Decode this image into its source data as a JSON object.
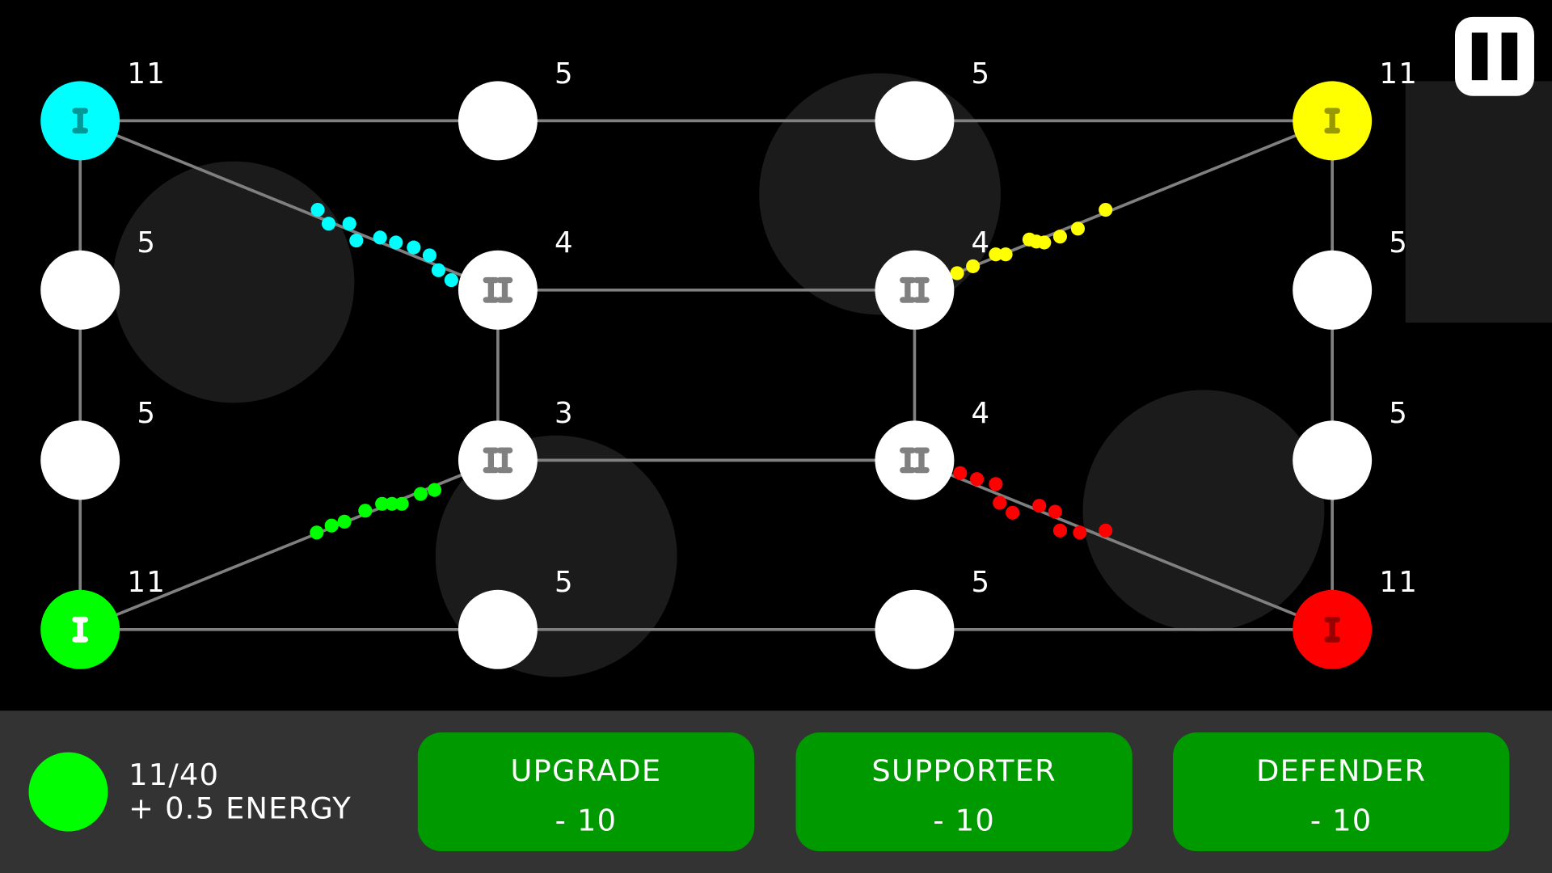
{
  "nodes": [
    {
      "value": "11",
      "owner": "cyan",
      "level": "I"
    },
    {
      "value": "5"
    },
    {
      "value": "5"
    },
    {
      "value": "11",
      "owner": "yellow",
      "level": "I"
    },
    {
      "value": "5"
    },
    {
      "value": "4",
      "level": "II"
    },
    {
      "value": "4",
      "level": "II"
    },
    {
      "value": "5"
    },
    {
      "value": "5"
    },
    {
      "value": "3",
      "level": "II"
    },
    {
      "value": "4",
      "level": "II"
    },
    {
      "value": "5"
    },
    {
      "value": "11",
      "owner": "green",
      "level": "I"
    },
    {
      "value": "5"
    },
    {
      "value": "5"
    },
    {
      "value": "11",
      "owner": "red",
      "level": "I"
    }
  ],
  "colors": {
    "cyan": "#00ffff",
    "yellow": "#ffff00",
    "green": "#00ff00",
    "red": "#ff0000",
    "cyan_mark": "#009999",
    "yellow_mark": "#999900",
    "green_mark": "#ffffff",
    "red_mark": "#990000",
    "neutral": "#ffffff",
    "edge": "#808080",
    "button": "#009900",
    "panel": "#333333"
  },
  "player": {
    "color": "#00ff00",
    "energy": "11/40",
    "income": "+ 0.5 ENERGY"
  },
  "buttons": [
    {
      "label": "UPGRADE",
      "cost": "- 10"
    },
    {
      "label": "SUPPORTER",
      "cost": "- 10"
    },
    {
      "label": "DEFENDER",
      "cost": "- 10"
    }
  ],
  "pause_icon": "pause-icon"
}
